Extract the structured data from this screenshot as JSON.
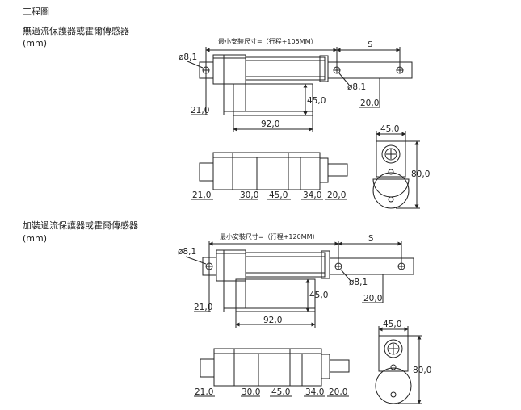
{
  "page": {
    "title": "工程圖",
    "unit": "(mm)"
  },
  "section1": {
    "heading": "無過流保護器或霍爾傳感器",
    "unit": "(mm)",
    "min_install_label": "最小安裝尺寸=（行程+105MM）",
    "stroke_label": "S",
    "hole_left": "ø8,1",
    "hole_right": "ø8,1",
    "d_21": "21,0",
    "d_92": "92,0",
    "d_45_height": "45,0",
    "d_20_rod": "20,0",
    "side_21": "21,0",
    "side_30": "30,0",
    "side_45": "45,0",
    "side_34": "34,0",
    "side_20": "20,0",
    "end_45": "45,0",
    "end_80": "80,0"
  },
  "section2": {
    "heading": "加裝過流保護器或霍爾傳感器",
    "unit": "(mm)",
    "min_install_label": "最小安裝尺寸=（行程+120MM）",
    "stroke_label": "S",
    "hole_left": "ø8,1",
    "hole_right": "ø8,1",
    "d_21": "21,0",
    "d_92": "92,0",
    "d_45_height": "45,0",
    "d_20_rod": "20,0",
    "side_21": "21,0",
    "side_30": "30,0",
    "side_45": "45,0",
    "side_34": "34,0",
    "side_20": "20,0",
    "end_45": "45,0",
    "end_80": "80,0"
  }
}
